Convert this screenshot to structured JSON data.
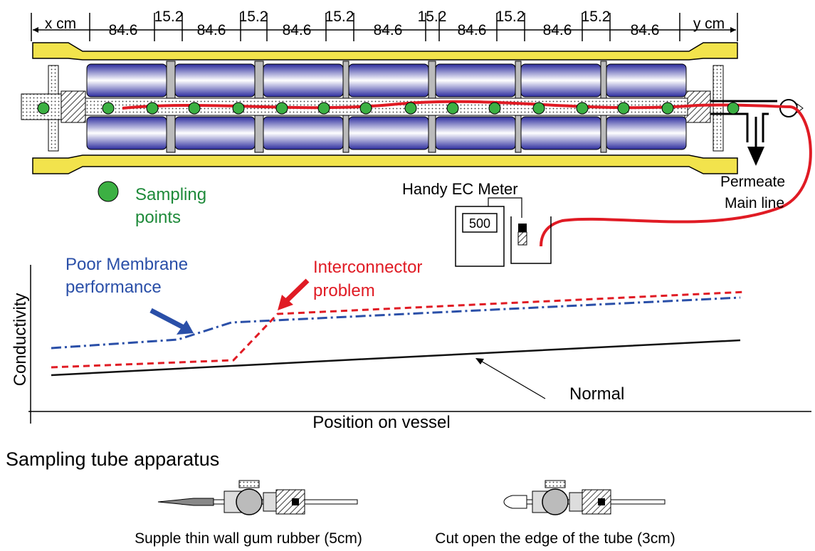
{
  "dimensions": {
    "x_label": "x cm",
    "y_label": "y cm",
    "segments": [
      "84.6",
      "15.2",
      "84.6",
      "15.2",
      "84.6",
      "15.2",
      "84.6",
      "15.2",
      "84.6",
      "15.2",
      "84.6",
      "15.2",
      "84.6"
    ]
  },
  "legend": {
    "sampling_points_line1": "Sampling",
    "sampling_points_line2": "points"
  },
  "meter": {
    "title": "Handy EC Meter",
    "display_value": "500"
  },
  "permeate": {
    "line1": "Permeate",
    "line2": "Main line"
  },
  "profile_chart": {
    "ylabel": "Conductivity",
    "xlabel": "Position on vessel",
    "poor_membrane_line1": "Poor Membrane",
    "poor_membrane_line2": "performance",
    "interconnector_line1": "Interconnector",
    "interconnector_line2": "problem",
    "normal_label": "Normal"
  },
  "apparatus": {
    "title": "Sampling tube apparatus",
    "caption_left": "Supple thin wall gum rubber (5cm)",
    "caption_right": "Cut open the edge of the tube (3cm)"
  },
  "colors": {
    "sampling_point": "#3cb043",
    "sampling_text": "#1e8a3a",
    "permeate_tube": "#e01b24",
    "poor_membrane": "#2a4fa8",
    "interconnector": "#e01b24",
    "housing": "#f2e34c",
    "membrane_dark": "#3a3ab0",
    "normal_line": "#111111"
  },
  "chart_data": {
    "type": "line",
    "title": "",
    "xlabel": "Position on vessel",
    "ylabel": "Conductivity",
    "series": [
      {
        "name": "Normal",
        "style": "solid",
        "color": "#111111"
      },
      {
        "name": "Poor Membrane performance",
        "style": "dash-dot",
        "color": "#2a4fa8"
      },
      {
        "name": "Interconnector problem",
        "style": "dashed",
        "color": "#e01b24"
      }
    ]
  }
}
